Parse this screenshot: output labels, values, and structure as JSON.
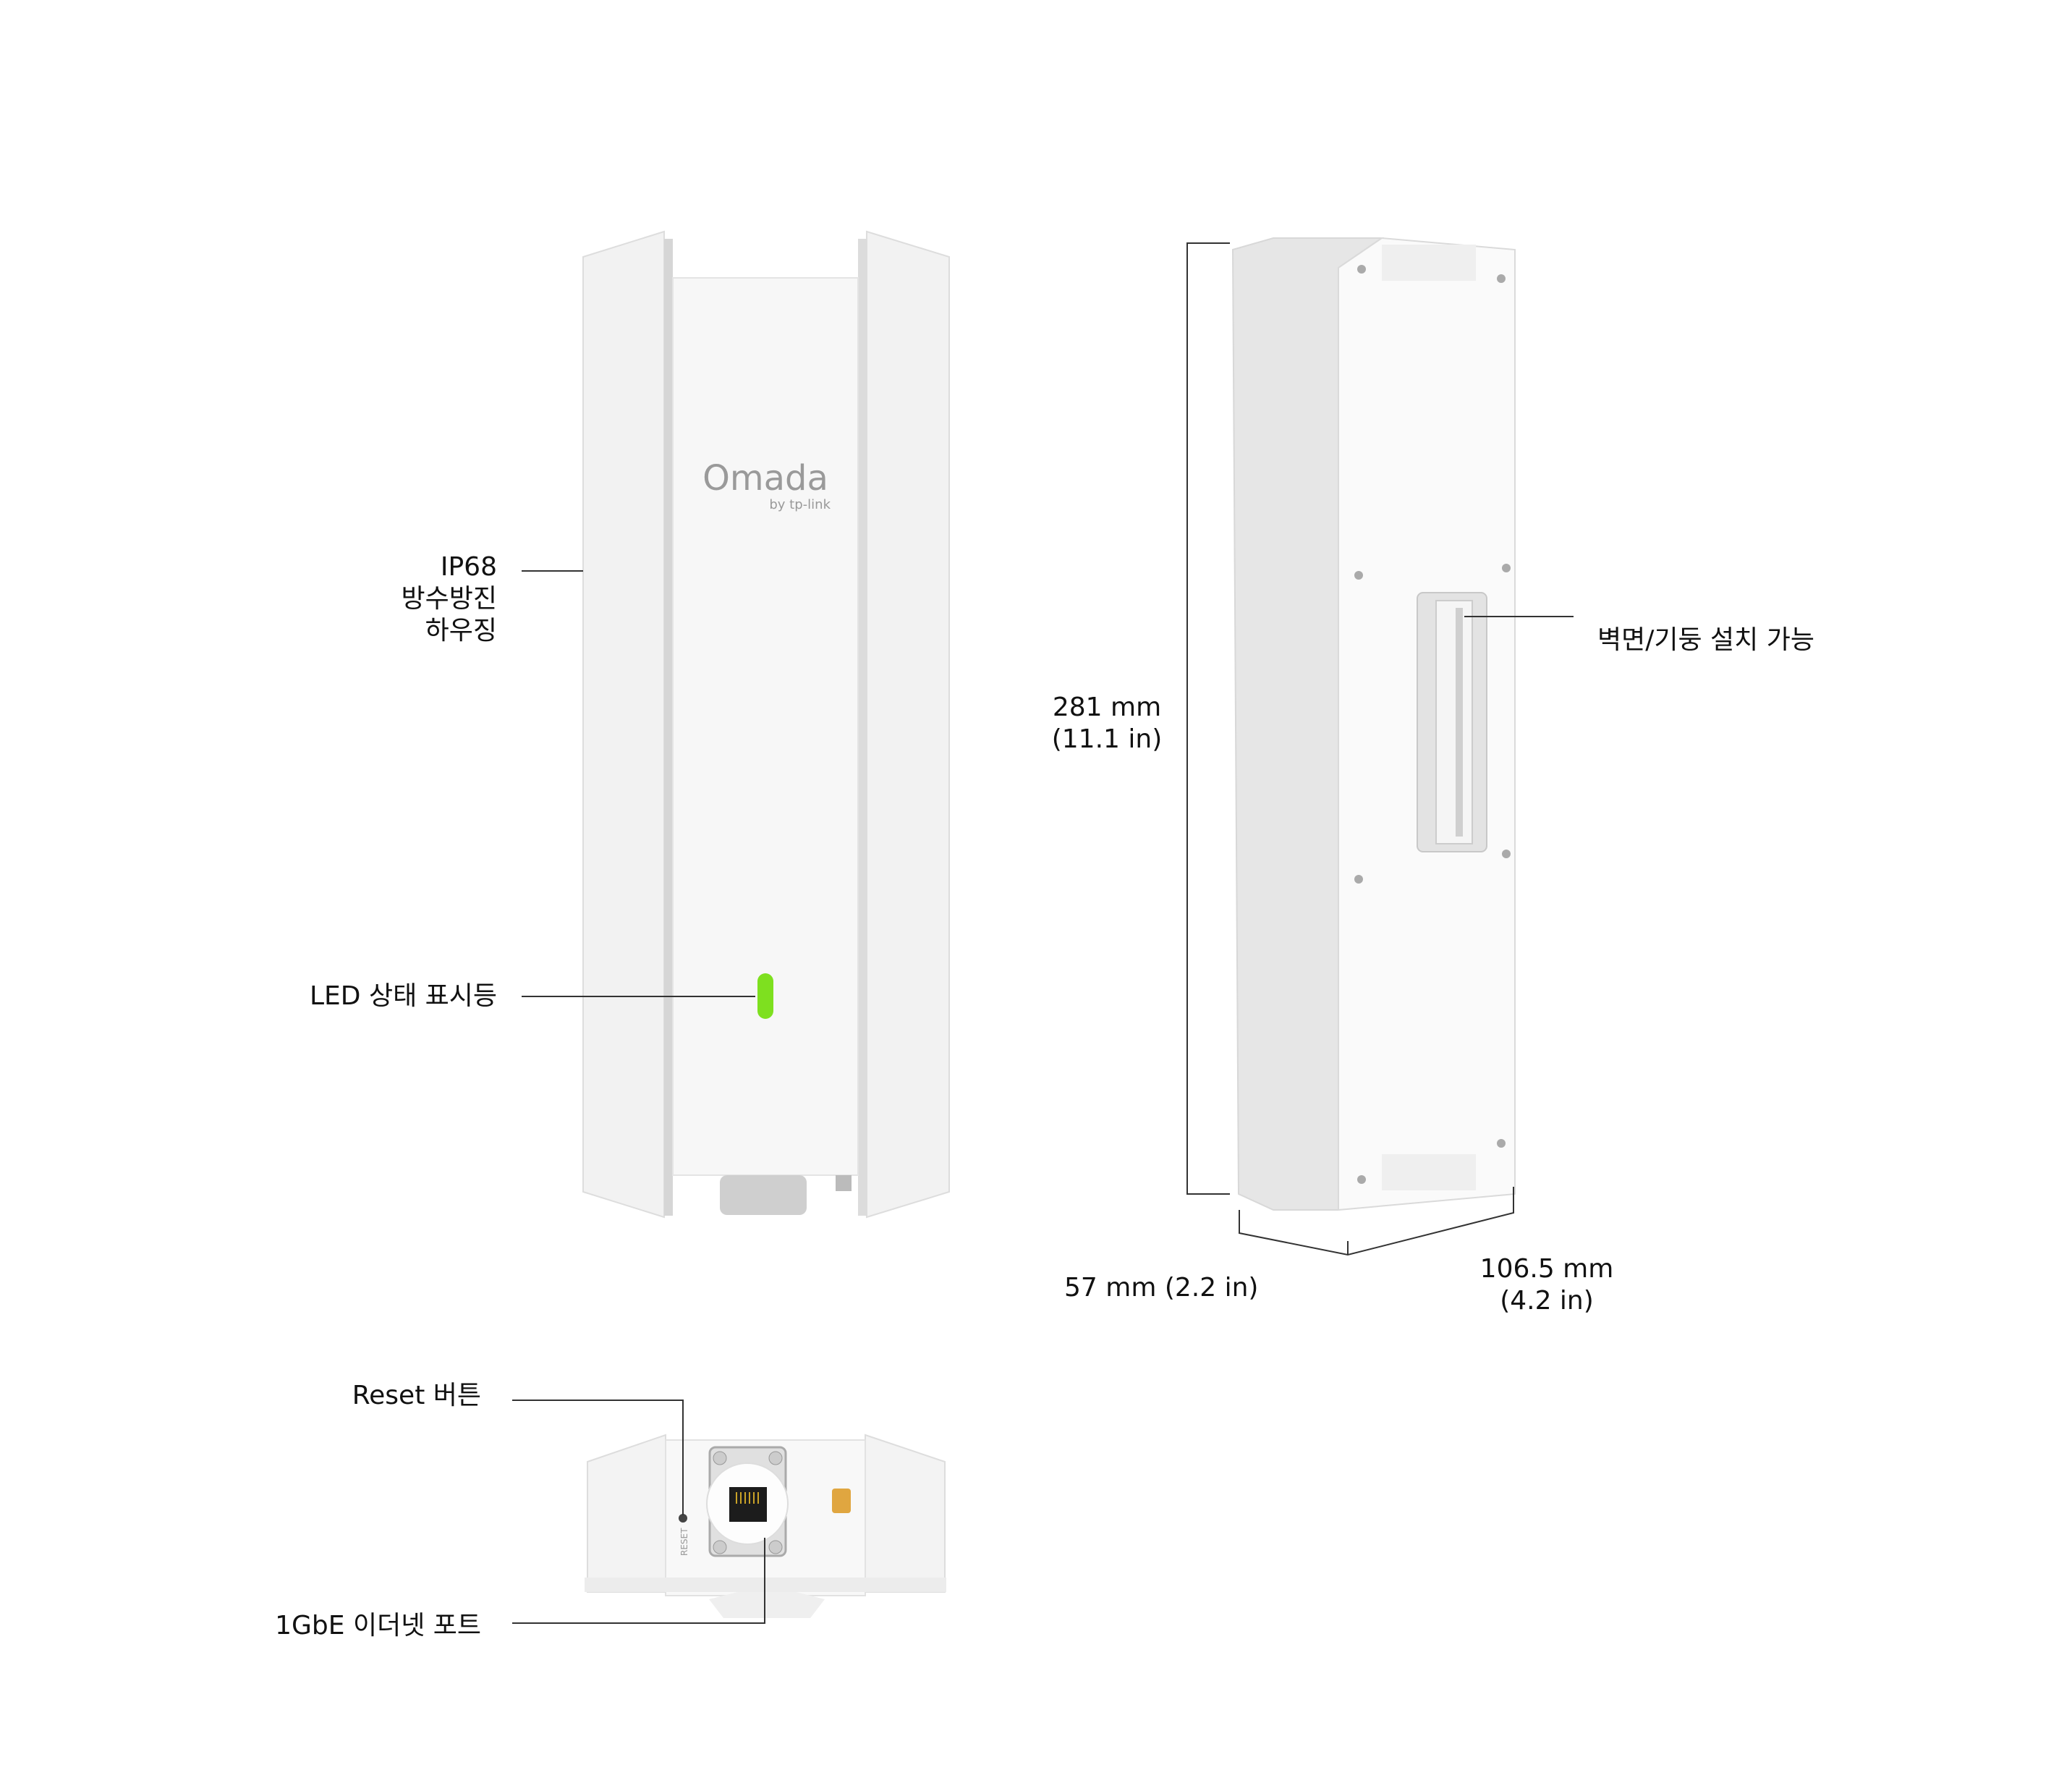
{
  "front_view": {
    "brand_logo": "Omada",
    "brand_sub": "by tp-link",
    "callouts": {
      "housing_line1": "IP68",
      "housing_line2": "방수방진",
      "housing_line3": "하우징",
      "led": "LED 상태 표시등"
    },
    "led_color": "#7ee01f"
  },
  "side_view": {
    "height_mm": "281 mm",
    "height_in": "(11.1 in)",
    "depth": "57 mm  (2.2 in)",
    "width_mm": "106.5 mm",
    "width_in": "(4.2 in)",
    "mount_label": "벽면/기둥 설치 가능"
  },
  "bottom_view": {
    "reset_label": "Reset 버튼",
    "ethernet_label": "1GbE 이더넷 포트",
    "reset_print": "RESET"
  }
}
